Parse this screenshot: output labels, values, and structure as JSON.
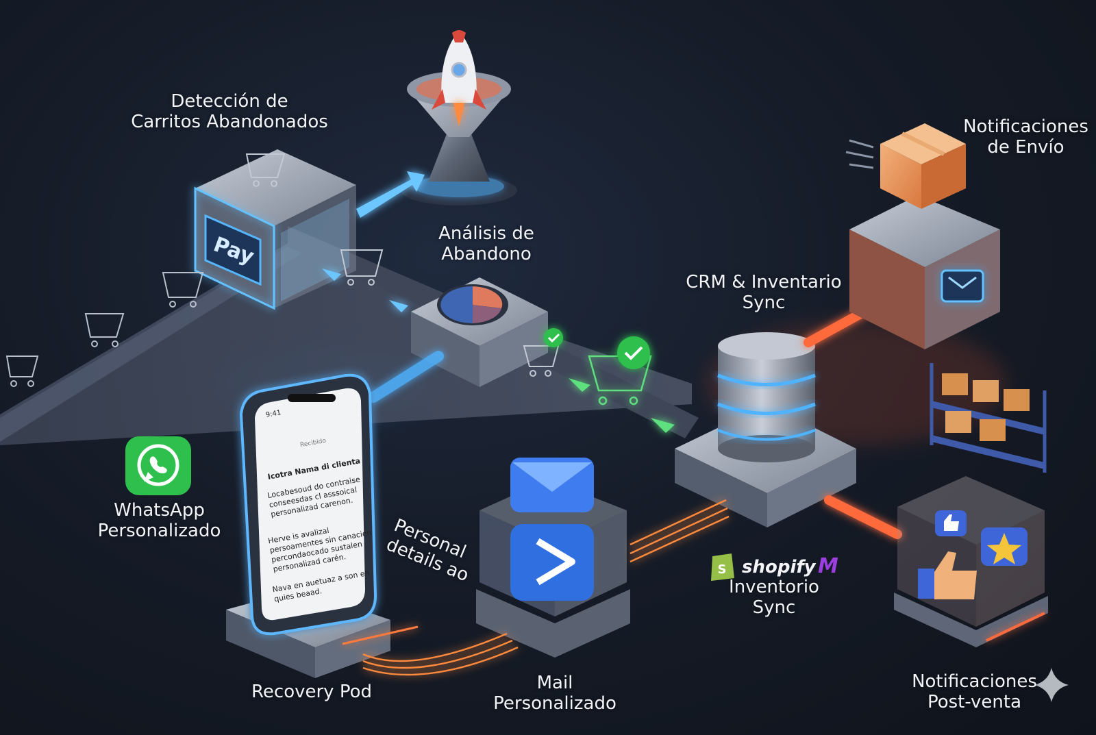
{
  "labels": {
    "deteccion": "Detección de\nCarritos Abandonados",
    "analisis": "Análisis de\nAbandono",
    "crm": "CRM & Inventario\nSync",
    "envio": "Notificaciones\nde Envío",
    "whatsapp": "WhatsApp\nPersonalizado",
    "personal": "Personal\ndetails ao",
    "shopify_sync": "Inventorio\nSync",
    "recovery": "Recovery Pod",
    "mail": "Mail\nPersonalizado",
    "postventa": "Notificaciones\nPost-venta"
  },
  "cube_text": "Pay",
  "brand": {
    "shopify": "shopify",
    "shopify_mark": "M"
  },
  "phone": {
    "time": "9:41",
    "badge": "Recibido",
    "greeting": "Icotra Nama di clienta",
    "paragraph1": "Locabesoud do contraise\nconseesdas cl asssoical\npersonalizad carenon.",
    "paragraph2": "Herve is avalizal\npersoamentes sin canacien\npercondaocado sustalen\npersonalizad carén.",
    "paragraph3": "Nava en auetuaz a son en\nquies beaad."
  },
  "colors": {
    "blue_glow": "#4fb3ff",
    "orange_glow": "#ff6a3d",
    "green_glow": "#3ee06a",
    "whatsapp": "#2fbf4d",
    "activecampaign": "#2f6fdf",
    "shopify_green": "#95bf47",
    "shopify_purple": "#9b3fe0"
  },
  "icons": [
    "rocket-funnel-icon",
    "cart-icon",
    "pie-chart-icon",
    "check-icon",
    "database-icon",
    "package-box-icon",
    "envelope-icon",
    "warehouse-shelf-icon",
    "thumbs-up-icon",
    "star-icon",
    "whatsapp-icon",
    "activecampaign-icon",
    "shopify-icon",
    "sparkle-icon"
  ]
}
